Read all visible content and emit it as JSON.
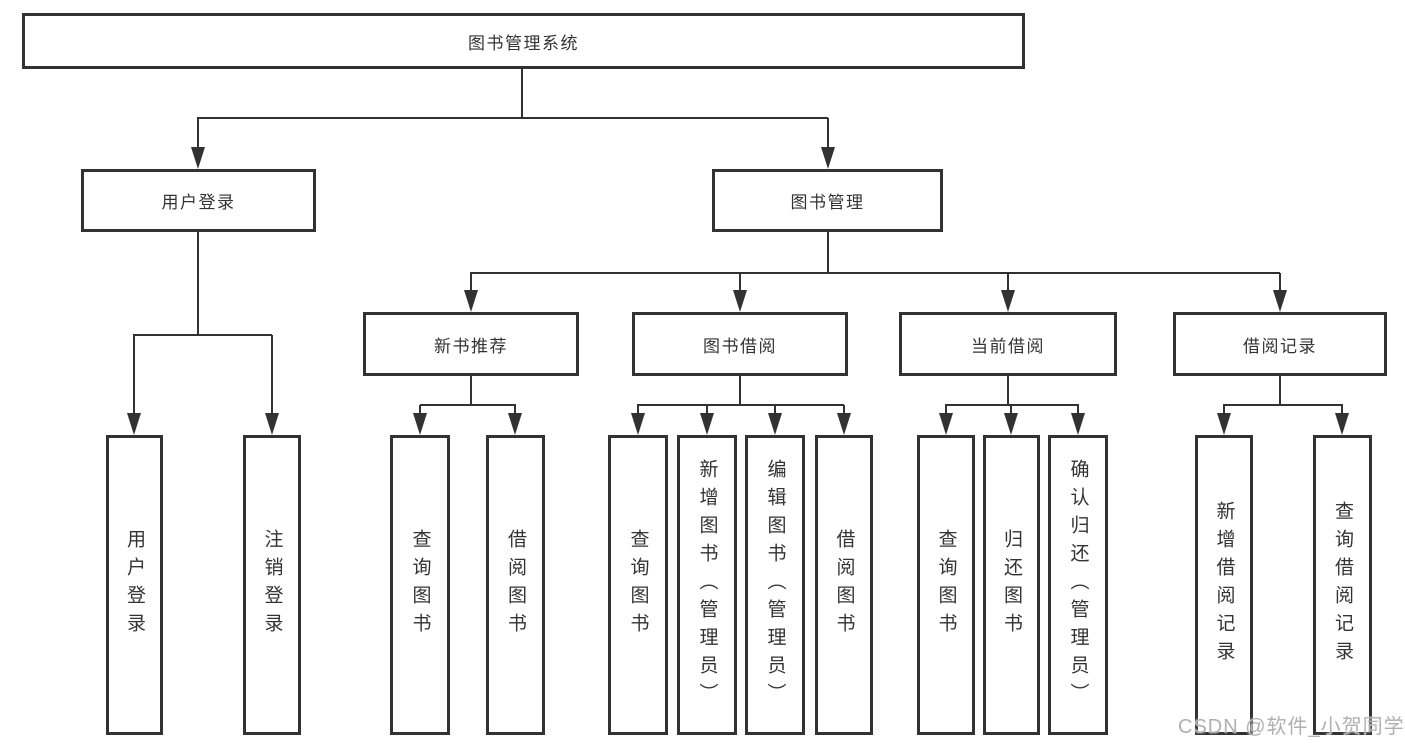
{
  "diagram": {
    "title": "图书管理系统",
    "root": {
      "label": "图书管理系统",
      "children": [
        {
          "label": "用户登录",
          "children": [
            {
              "label": "用户登录"
            },
            {
              "label": "注销登录"
            }
          ]
        },
        {
          "label": "图书管理",
          "children": [
            {
              "label": "新书推荐",
              "children": [
                {
                  "label": "查询图书"
                },
                {
                  "label": "借阅图书"
                }
              ]
            },
            {
              "label": "图书借阅",
              "children": [
                {
                  "label": "查询图书"
                },
                {
                  "label": "新增图书（管理员）"
                },
                {
                  "label": "编辑图书（管理员）"
                },
                {
                  "label": "借阅图书"
                }
              ]
            },
            {
              "label": "当前借阅",
              "children": [
                {
                  "label": "查询图书"
                },
                {
                  "label": "归还图书"
                },
                {
                  "label": "确认归还（管理员）"
                }
              ]
            },
            {
              "label": "借阅记录",
              "children": [
                {
                  "label": "新增借阅记录"
                },
                {
                  "label": "查询借阅记录"
                }
              ]
            }
          ]
        }
      ]
    },
    "watermark": "CSDN @软件_小贺同学",
    "colors": {
      "line": "#323232",
      "text": "#333333",
      "background": "#ffffff",
      "watermark": "#b0b0b0"
    }
  }
}
